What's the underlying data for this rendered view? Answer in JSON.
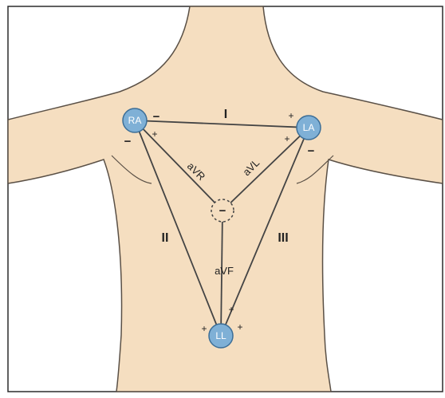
{
  "colors": {
    "skin": "#f5dec0",
    "outline": "#5a5046",
    "electrode_fill": "#7fb0d6",
    "electrode_stroke": "#3c6e97",
    "line": "#444444",
    "frame": "#2b2b2b"
  },
  "electrodes": {
    "ra": "RA",
    "la": "LA",
    "ll": "LL"
  },
  "leads": {
    "lead_i": "I",
    "lead_ii": "II",
    "lead_iii": "III",
    "avr": "aVR",
    "avl": "aVL",
    "avf": "aVF"
  },
  "signs": {
    "ra_lead_i": "−",
    "ra_lead_ii": "−",
    "ra_avr": "+",
    "la_lead_i": "+",
    "la_lead_iii": "−",
    "la_avl": "+",
    "ll_lead_ii": "+",
    "ll_lead_iii": "+",
    "ll_avf": "+",
    "center": "−"
  }
}
